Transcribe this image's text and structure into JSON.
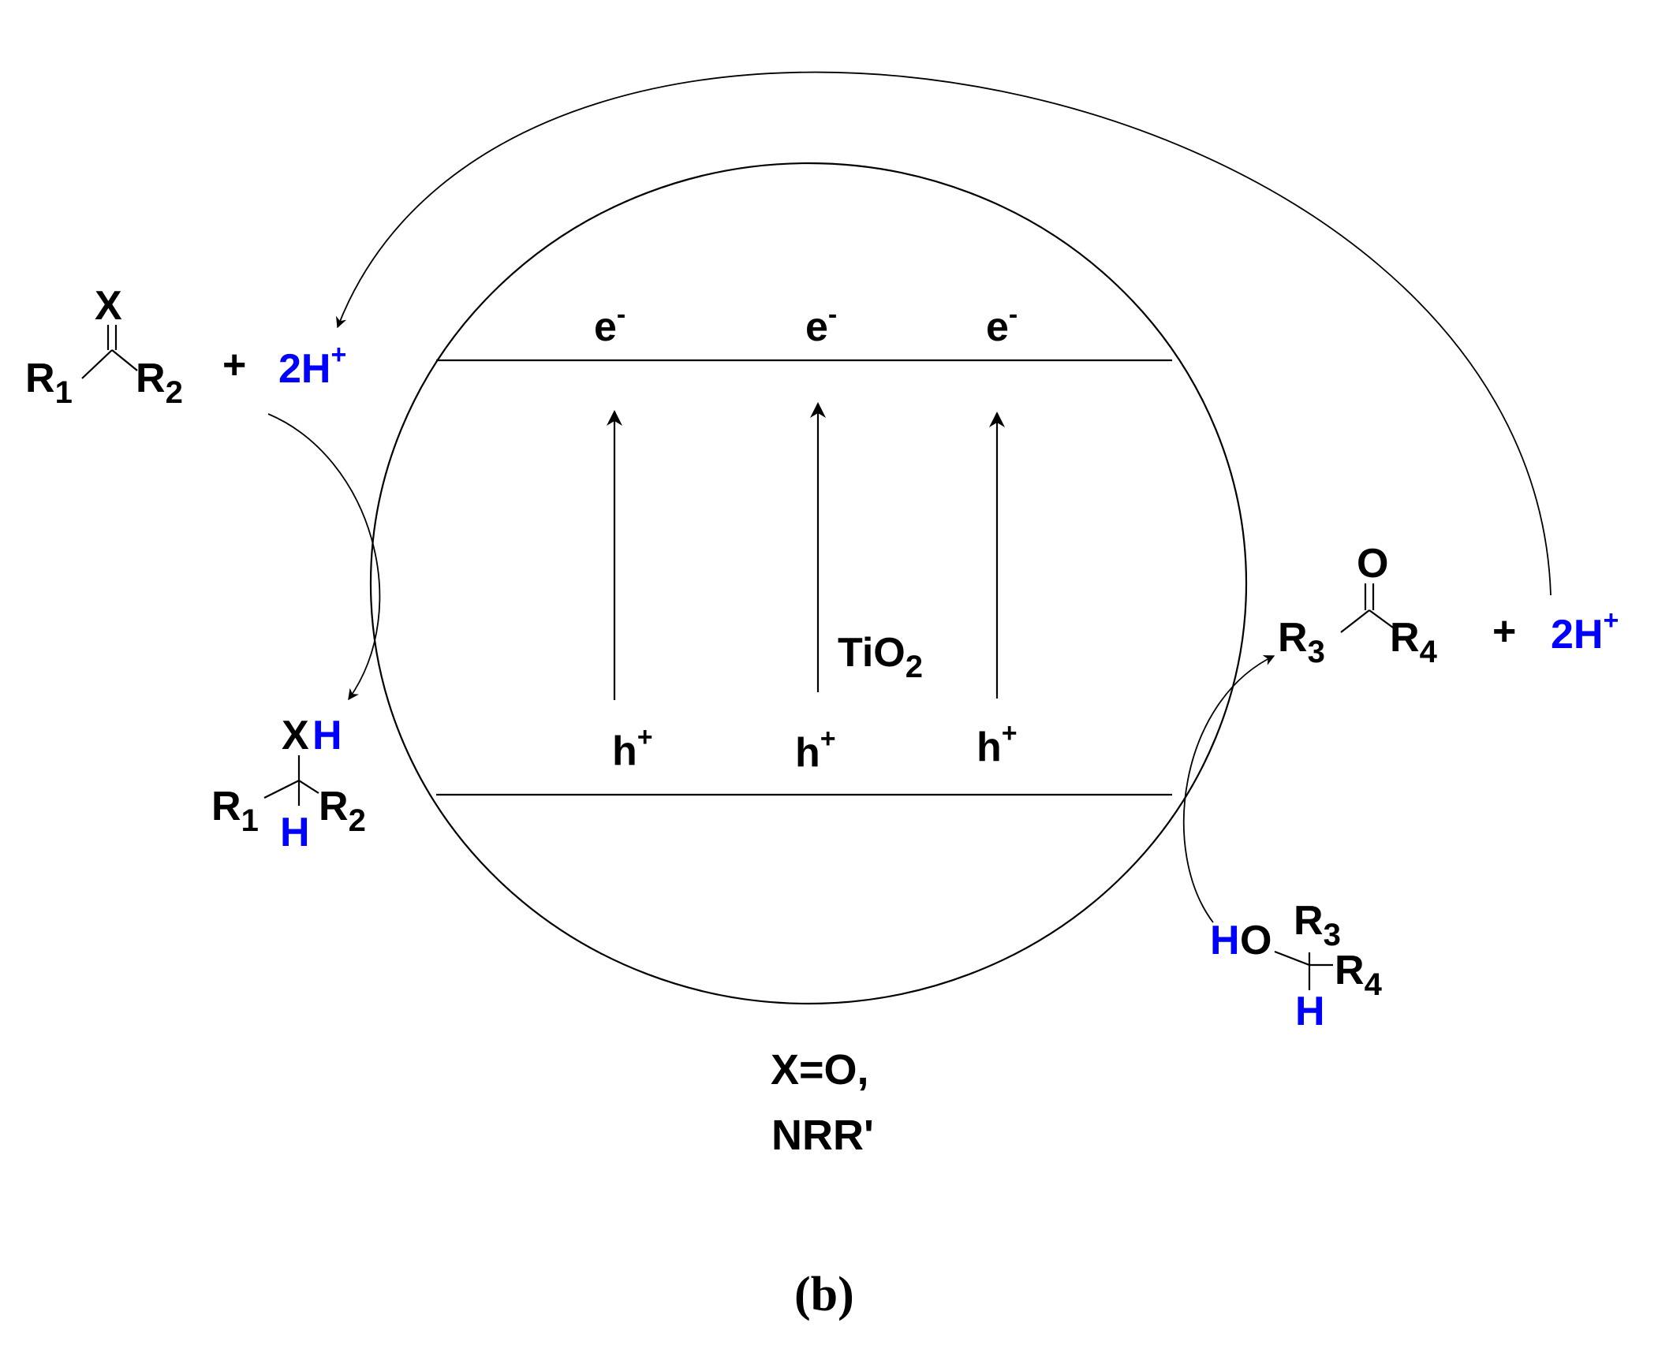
{
  "colors": {
    "ink": "#000000",
    "hydrogen_blue": "#0000ff",
    "background": "#ffffff"
  },
  "reactant": {
    "x_atom": "X",
    "r1": "R",
    "r1_sub": "1",
    "r2": "R",
    "r2_sub": "2",
    "plus": "+",
    "protons": "2H",
    "protons_charge": "+"
  },
  "product": {
    "x_atom": "X",
    "x_h": "H",
    "r1": "R",
    "r1_sub": "1",
    "r2": "R",
    "r2_sub": "2",
    "h": "H"
  },
  "band": {
    "electron": "e",
    "electron_charge": "-",
    "hole": "h",
    "hole_charge": "+",
    "catalyst": "TiO",
    "catalyst_sub": "2"
  },
  "oxidized": {
    "o_atom": "O",
    "r3": "R",
    "r3_sub": "3",
    "r4": "R",
    "r4_sub": "4",
    "plus": "+",
    "protons": "2H",
    "protons_charge": "+"
  },
  "alcohol": {
    "h1": "H",
    "o": "O",
    "r3": "R",
    "r3_sub": "3",
    "r4": "R",
    "r4_sub": "4",
    "h2": "H"
  },
  "note": {
    "line1": "X=O,",
    "line2": "NRR'"
  },
  "caption": "(b)"
}
